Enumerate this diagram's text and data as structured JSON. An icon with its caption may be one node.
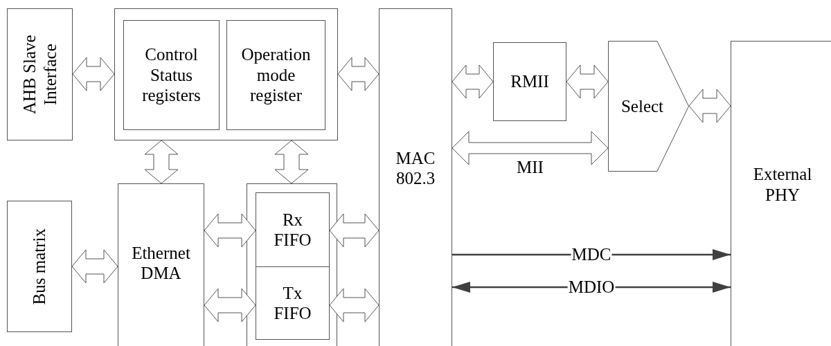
{
  "diagram": {
    "nodes": [
      {
        "text": [
          "AHB Slave Interface"
        ]
      },
      {
        "text": [],
        "shape": "box"
      },
      {
        "text": [
          "Control Status registers"
        ],
        "in": 1
      },
      {
        "text": [
          "Operation mode register"
        ],
        "in": 1
      },
      {
        "text": [
          "MAC 802.3"
        ]
      },
      {
        "text": [
          "RMII"
        ]
      },
      {
        "text": [
          "Select"
        ]
      },
      {
        "text": [
          "External PHY"
        ]
      },
      {
        "text": [
          "Bus matrix"
        ]
      },
      {
        "text": [
          "Ethernet DMA"
        ]
      },
      {
        "text": [],
        "shape": "box"
      },
      {
        "text": [
          "Rx FIFO"
        ],
        "in": 10
      },
      {
        "text": [
          "Tx FIFO"
        ],
        "in": 10
      }
    ],
    "edges": [
      {
        "from": 0,
        "to": 1,
        "arrow": "both",
        "style": "thick"
      },
      {
        "from": 1,
        "to": 4,
        "arrow": "both",
        "style": "thick"
      },
      {
        "from": 1,
        "to": 9,
        "arrow": "both",
        "style": "thick"
      },
      {
        "from": 1,
        "to": 10,
        "arrow": "both",
        "style": "thick"
      },
      {
        "from": 8,
        "to": 9,
        "arrow": "both",
        "style": "thick"
      },
      {
        "from": 9,
        "to": 11,
        "arrow": "both",
        "style": "thick"
      },
      {
        "from": 9,
        "to": 12,
        "arrow": "both",
        "style": "thick"
      },
      {
        "from": 11,
        "to": 4,
        "arrow": "both",
        "style": "thick"
      },
      {
        "from": 12,
        "to": 4,
        "arrow": "both",
        "style": "thick"
      },
      {
        "from": 4,
        "to": 5,
        "arrow": "both",
        "style": "thick"
      },
      {
        "from": 5,
        "to": 6,
        "arrow": "both",
        "style": "thick"
      },
      {
        "from": 4,
        "to": 6,
        "arrow": "both",
        "style": "thick",
        "label": "MII"
      },
      {
        "from": 6,
        "to": 7,
        "arrow": "both",
        "style": "thick"
      },
      {
        "from": 4,
        "to": 7,
        "arrow": "to",
        "label": "MDC",
        "color": "#404040"
      },
      {
        "from": 4,
        "to": 7,
        "arrow": "both",
        "label": "MDIO",
        "color": "#404040"
      }
    ]
  }
}
